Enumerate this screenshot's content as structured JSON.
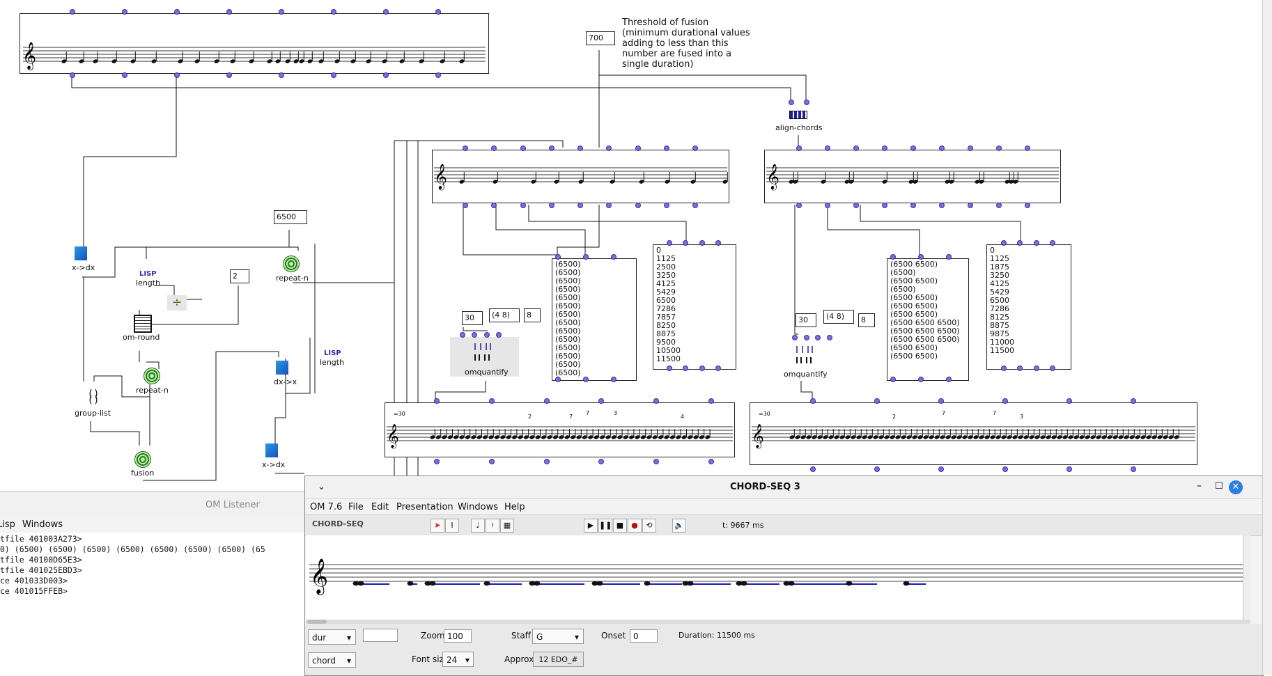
{
  "patch": {
    "comment_threshold": "Threshold of fusion\n(minimum durational values\nadding to less than this\nnumber are fused into a\nsingle duration)",
    "num_700": "700",
    "num_6500": "6500",
    "num_2": "2",
    "quant_left": {
      "tempo": "30",
      "measure": "(4 8)",
      "max_div": "8"
    },
    "quant_right": {
      "tempo": "30",
      "measure": "(4 8)",
      "max_div": "8"
    },
    "labels": {
      "align_chords": "align-chords",
      "x_dx_1": "x->dx",
      "lisp_length_1": "LISP",
      "length_1": "length",
      "om_round": "om-round",
      "repeat_n_1": "repeat-n",
      "repeat_n_2": "repeat-n",
      "group_list": "group-list",
      "fusion": "fusion",
      "dx_x": "dx->x",
      "lisp_length_2": "LISP",
      "length_2": "length",
      "x_dx_2": "x->dx",
      "omquantify_1": "omquantify",
      "omquantify_2": "omquantify"
    },
    "list_pitches_left": "(6500)\n(6500)\n(6500)\n(6500)\n(6500)\n(6500)\n(6500)\n(6500)\n(6500)\n(6500)\n(6500)\n(6500)\n(6500)\n(6500)",
    "list_onsets_left": "0\n1125\n2500\n3250\n4125\n5429\n6500\n7286\n7857\n8250\n8875\n9500\n10500\n11500",
    "list_pitches_right": "(6500 6500)\n(6500)\n(6500 6500)\n(6500)\n(6500 6500)\n(6500 6500)\n(6500 6500)\n(6500 6500 6500)\n(6500 6500 6500)\n(6500 6500 6500)\n(6500 6500)\n(6500 6500)",
    "list_onsets_right": "0\n1125\n1875\n3250\n4125\n5429\n6500\n7286\n8125\n8875\n9875\n11000\n11500",
    "tempo_mark": "=30",
    "tuplets_left": [
      "2",
      "7",
      "7",
      "3",
      "4"
    ],
    "tuplets_right": [
      "2",
      "7",
      "7",
      "3"
    ]
  },
  "listener": {
    "title": "OM Listener",
    "menu": [
      "Lisp",
      "Windows"
    ],
    "lines": [
      "tfile 401003A273>",
      "0) (6500) (6500) (6500) (6500) (6500) (6500) (6500) (65",
      "tfile 40100D65E3>",
      "tfile 401025EBD3>",
      "ce 401033D003>",
      "ce 401015FFEB>"
    ]
  },
  "editor": {
    "title": "CHORD-SEQ 3",
    "menu": [
      "OM 7.6",
      "File",
      "Edit",
      "Presentation",
      "Windows",
      "Help"
    ],
    "object_label": "CHORD-SEQ",
    "time_readout": "t: 9667 ms",
    "bottom": {
      "dur_select": "dur",
      "chord_select": "chord",
      "zoom_label": "Zoom",
      "zoom_value": "100",
      "fontsize_label": "Font size",
      "fontsize_value": "24",
      "staff_label": "Staff",
      "staff_value": "G",
      "approx_label": "Approx",
      "approx_value": "12 EDO_#",
      "onset_label": "Onset",
      "onset_value": "0",
      "duration_text": "Duration: 11500 ms"
    }
  },
  "colors": {
    "inlet": "#7b6ee0",
    "note_line": "#1a1ab5",
    "close_button": "#2b7de0"
  }
}
